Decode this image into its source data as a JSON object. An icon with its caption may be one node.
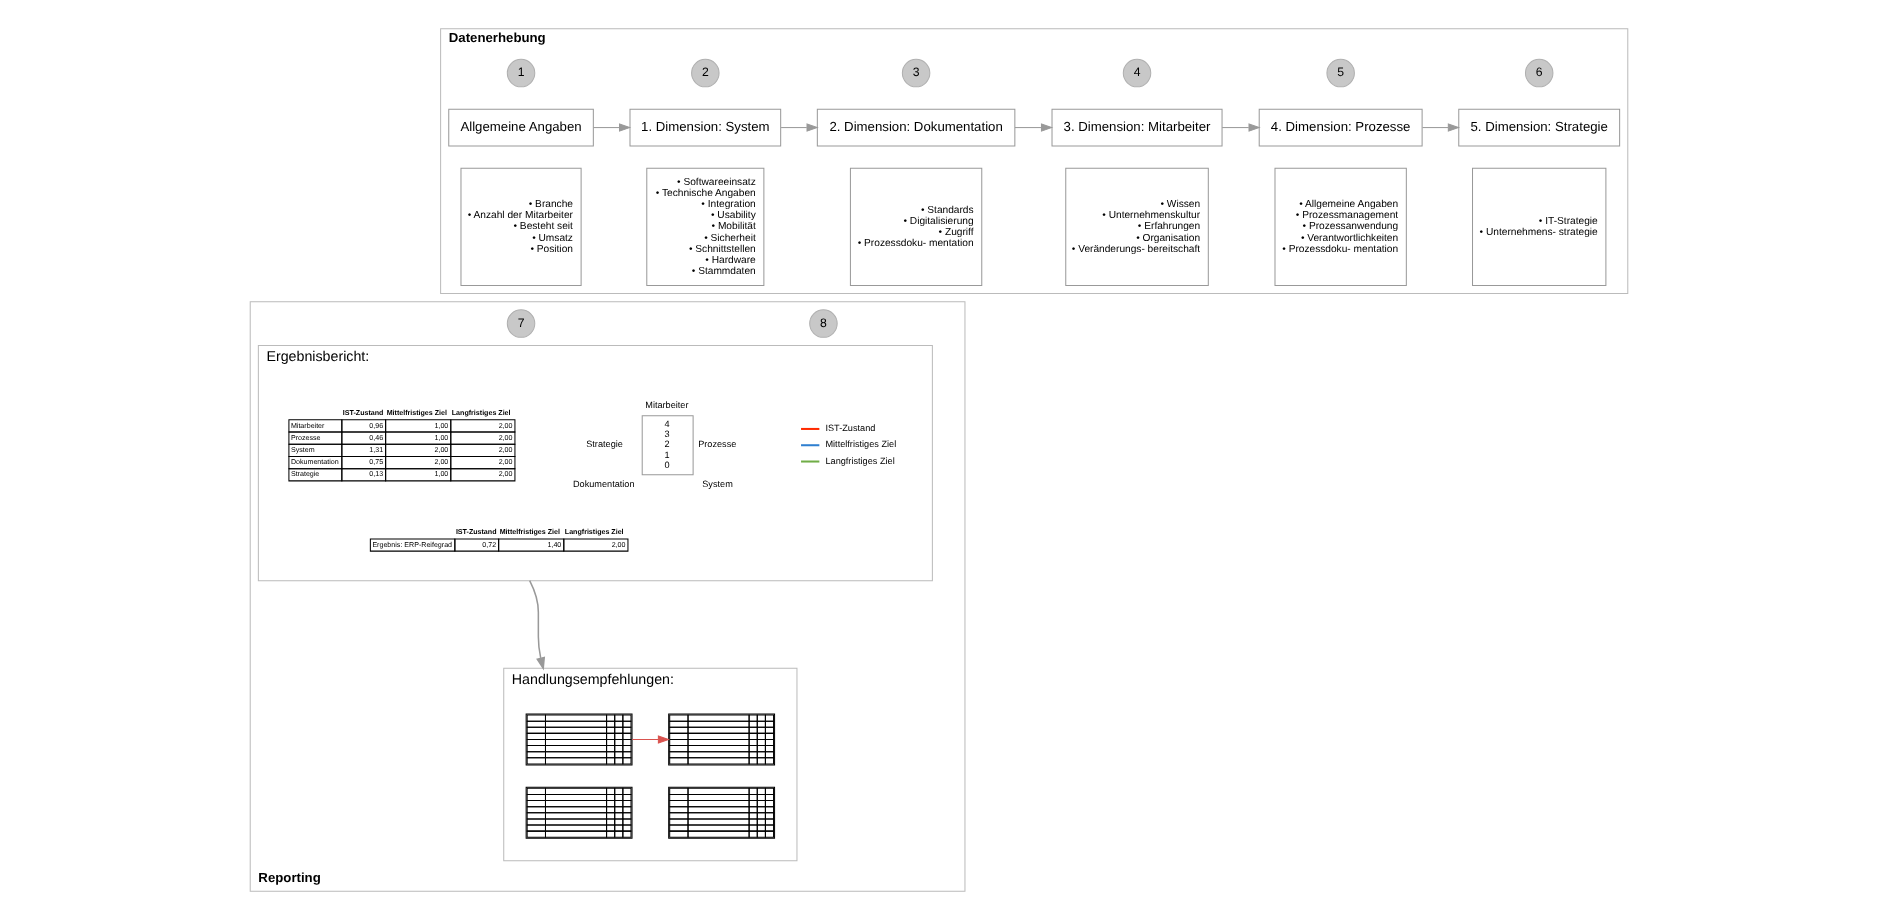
{
  "diagram": {
    "nodes": [
      {
        "text": [
          "Datenerhebung"
        ]
      },
      {
        "text": [
          "1"
        ],
        "in": 0
      },
      {
        "text": [
          "Allgemeine Angaben"
        ],
        "in": 0
      },
      {
        "text": [
          "• Branche",
          "• Anzahl der Mitarbeiter",
          "• Besteht seit",
          "• Umsatz",
          "• Position"
        ],
        "in": 0
      },
      {
        "text": [
          "2"
        ],
        "in": 0
      },
      {
        "text": [
          "1. Dimension: System"
        ],
        "in": 0
      },
      {
        "text": [
          "• Softwareeinsatz",
          "• Technische Angaben",
          "• Integration",
          "• Usability",
          "• Mobilität",
          "• Sicherheit",
          "• Schnittstellen",
          "• Hardware",
          "• Stammdaten"
        ],
        "in": 0
      },
      {
        "text": [
          "3"
        ],
        "in": 0
      },
      {
        "text": [
          "2. Dimension: Dokumentation"
        ],
        "in": 0
      },
      {
        "text": [
          "• Standards",
          "• Digitalisierung",
          "• Zugriff",
          "• Prozessdoku- mentation"
        ],
        "in": 0
      },
      {
        "text": [
          "4"
        ],
        "in": 0
      },
      {
        "text": [
          "3. Dimension: Mitarbeiter"
        ],
        "in": 0
      },
      {
        "text": [
          "• Wissen",
          "• Unternehmenskultur",
          "• Erfahrungen",
          "• Organisation",
          "• Veränderungs- bereitschaft"
        ],
        "in": 0
      },
      {
        "text": [
          "5"
        ],
        "in": 0
      },
      {
        "text": [
          "4. Dimension: Prozesse"
        ],
        "in": 0
      },
      {
        "text": [
          "• Allgemeine Angaben",
          "• Prozessmanagement",
          "• Prozessanwendung",
          "• Verantwortlichkeiten",
          "• Prozessdoku- mentation"
        ],
        "in": 0
      },
      {
        "text": [
          "6"
        ],
        "in": 0
      },
      {
        "text": [
          "5. Dimension: Strategie"
        ],
        "in": 0
      },
      {
        "text": [
          "• IT-Strategie",
          "• Unternehmens- strategie"
        ],
        "in": 0
      },
      {
        "text": [
          "Reporting"
        ]
      },
      {
        "text": [
          "7"
        ],
        "in": 19
      },
      {
        "text": [
          "Ergebnisbericht:"
        ],
        "in": 19
      },
      {
        "text": [
          "8"
        ],
        "in": 19
      },
      {
        "text": [
          "Handlungsempfehlungen:"
        ],
        "in": 19
      },
      {
        "text": [],
        "shape": "picture",
        "in": 23
      },
      {
        "text": [],
        "shape": "picture",
        "in": 23
      },
      {
        "text": [],
        "shape": "picture",
        "in": 23
      },
      {
        "text": [],
        "shape": "picture",
        "in": 23
      }
    ],
    "edges": [
      {
        "from": 2,
        "to": 5,
        "arrow": "to"
      },
      {
        "from": 5,
        "to": 8,
        "arrow": "to"
      },
      {
        "from": 8,
        "to": 11,
        "arrow": "to"
      },
      {
        "from": 11,
        "to": 14,
        "arrow": "to"
      },
      {
        "from": 14,
        "to": 17,
        "arrow": "to"
      },
      {
        "from": 21,
        "to": 23,
        "arrow": "to"
      },
      {
        "from": 24,
        "to": 26,
        "arrow": "to",
        "color": "#d9534f"
      }
    ],
    "labels": [
      "IST-Zustand",
      "Mittelfristiges Ziel",
      "Langfristiges Ziel",
      "Mitarbeiter",
      "0,96",
      "1,00",
      "2,00",
      "Prozesse",
      "0,46",
      "1,00",
      "2,00",
      "System",
      "1,31",
      "2,00",
      "2,00",
      "Dokumentation",
      "0,75",
      "2,00",
      "2,00",
      "Strategie",
      "0,13",
      "1,00",
      "2,00",
      "IST-Zustand",
      "Mittelfristiges Ziel",
      "Langfristiges Ziel",
      "Ergebnis: ERP-Reifegrad",
      "0,72",
      "1,40",
      "2,00",
      "Mitarbeiter",
      "4",
      "3",
      "2",
      "1",
      "0",
      "Strategie",
      "Prozesse",
      "Dokumentation",
      "System"
    ],
    "legend": [
      {
        "text": "IST-Zustand"
      },
      {
        "text": "Mittelfristiges Ziel"
      },
      {
        "text": "Langfristiges Ziel"
      }
    ]
  }
}
